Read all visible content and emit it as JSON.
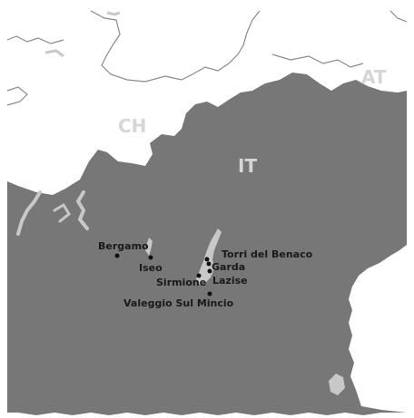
{
  "colors": {
    "land_inside": "#777777",
    "land_outside": "#ffffff",
    "lakes": "#c8c8c8",
    "border": "#8a8a8a",
    "labels_country": "#d6d6d6",
    "labels_city": "#1a1a1a"
  },
  "countries": {
    "ch": "CH",
    "at": "AT",
    "it": "IT"
  },
  "cities": [
    {
      "id": "bergamo",
      "name": "Bergamo"
    },
    {
      "id": "iseo",
      "name": "Iseo"
    },
    {
      "id": "torri",
      "name": "Torri del Benaco"
    },
    {
      "id": "garda",
      "name": "Garda"
    },
    {
      "id": "lazise",
      "name": "Lazise"
    },
    {
      "id": "sirmione",
      "name": "Sirmione"
    },
    {
      "id": "valeggio",
      "name": "Valeggio Sul Mincio"
    }
  ]
}
